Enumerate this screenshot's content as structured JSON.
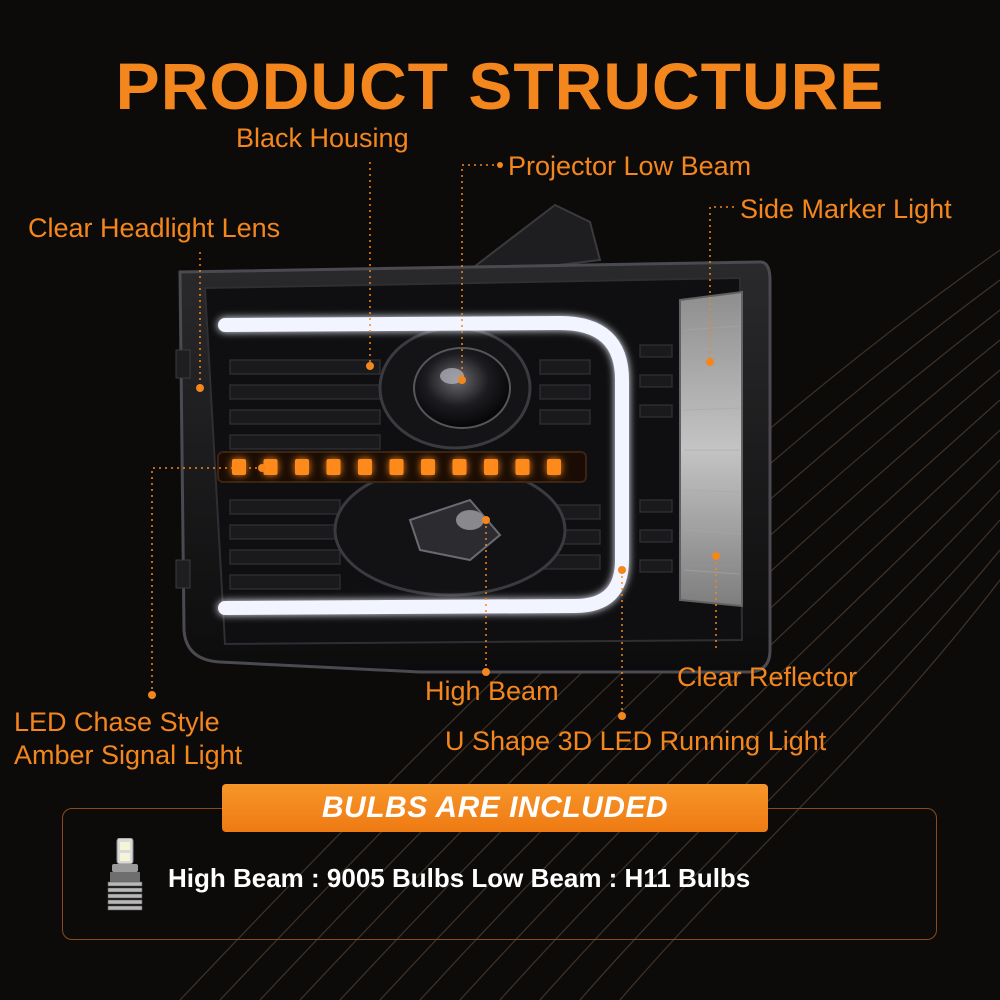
{
  "title": "PRODUCT STRUCTURE",
  "labels": {
    "black_housing": "Black Housing",
    "projector_low_beam": "Projector Low Beam",
    "side_marker_light": "Side Marker Light",
    "clear_headlight_lens": "Clear Headlight Lens",
    "led_chase_line1": "LED Chase Style",
    "led_chase_line2": "Amber Signal Light",
    "high_beam": "High Beam",
    "clear_reflector": "Clear Reflector",
    "u_shape_running_light": "U Shape 3D LED Running Light"
  },
  "bulbs": {
    "banner": "BULBS ARE  INCLUDED",
    "spec": "High Beam : 9005 Bulbs Low Beam : H11 Bulbs"
  },
  "colors": {
    "accent": "#f4861e",
    "background": "#0d0b0a",
    "amber_led": "#ff8a1a",
    "drl_white": "#f2f4ff"
  },
  "icons": [
    "led-bulb-icon"
  ]
}
